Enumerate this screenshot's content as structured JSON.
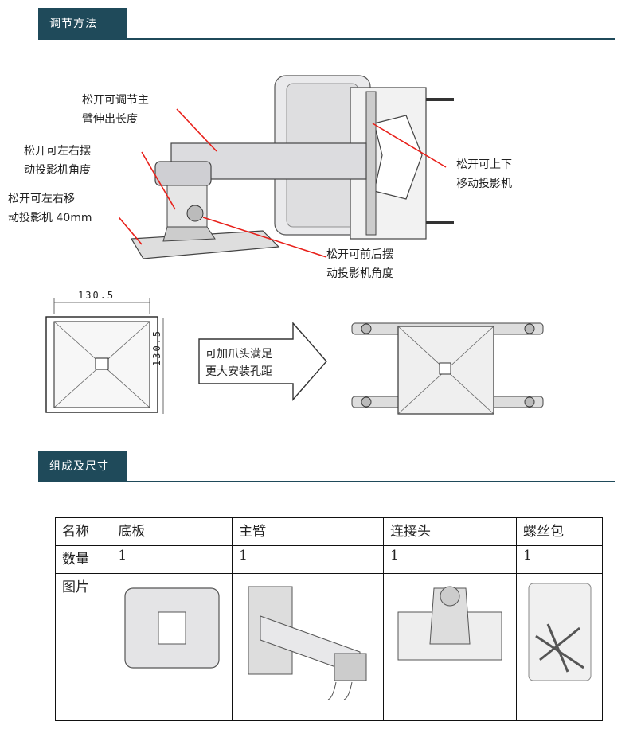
{
  "section1": {
    "title": "调节方法"
  },
  "callouts": {
    "arm_length": "松开可调节主\n臂伸出长度",
    "swing_angle": "松开可左右摆\n动投影机角度",
    "shift_40": "松开可左右移\n动投影机 40mm",
    "tilt_angle": "松开可前后摆\n动投影机角度",
    "up_down": "松开可上下\n移动投影机"
  },
  "dimensions": {
    "width": "130.5",
    "height": "130.5"
  },
  "claw_note": "可加爪头满足\n更大安装孔距",
  "section2": {
    "title": "组成及尺寸"
  },
  "table": {
    "row_labels": [
      "名称",
      "数量",
      "图片"
    ],
    "columns": [
      {
        "name": "底板",
        "qty": "1",
        "icon": "base-plate"
      },
      {
        "name": "主臂",
        "qty": "1",
        "icon": "main-arm"
      },
      {
        "name": "连接头",
        "qty": "1",
        "icon": "connector"
      },
      {
        "name": "螺丝包",
        "qty": "1",
        "icon": "screw-pack"
      }
    ]
  },
  "colors": {
    "header": "#1f4a5a",
    "arrow": "#e8201a"
  }
}
